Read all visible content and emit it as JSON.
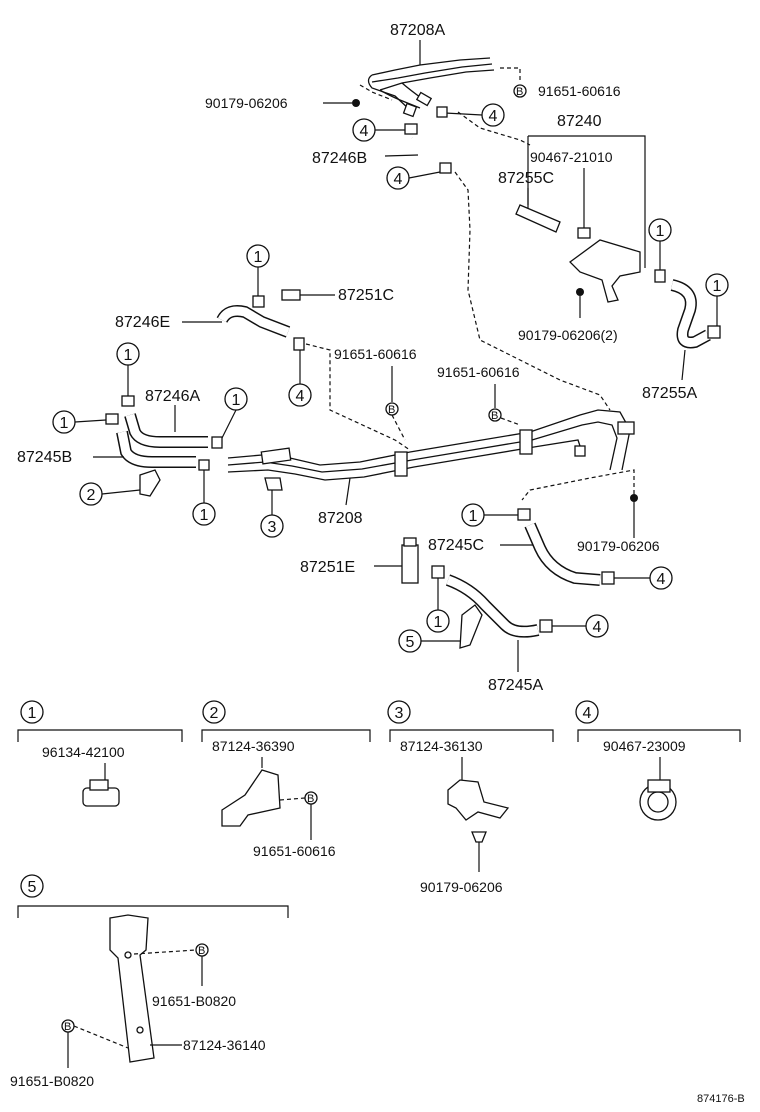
{
  "parts": {
    "p87208A": "87208A",
    "p90179_06206_top": "90179-06206",
    "p91651_60616_top": "91651-60616",
    "p87240": "87240",
    "p87246B": "87246B",
    "p90467_21010": "90467-21010",
    "p87255C": "87255C",
    "p87251C": "87251C",
    "p87246E": "87246E",
    "p91651_60616_mid1": "91651-60616",
    "p91651_60616_mid2": "91651-60616",
    "p90179_06206_2": "90179-06206(2)",
    "p87255A": "87255A",
    "p87246A": "87246A",
    "p87245B": "87245B",
    "p87208": "87208",
    "p90179_06206_right": "90179-06206",
    "p87245C": "87245C",
    "p87251E": "87251E",
    "p87245A": "87245A"
  },
  "callouts": {
    "c1": "1",
    "c2": "2",
    "c3": "3",
    "c4": "4",
    "c5": "5",
    "b": "B"
  },
  "legend": [
    {
      "num": "1",
      "part": "96134-42100",
      "sub": ""
    },
    {
      "num": "2",
      "part": "87124-36390",
      "sub": "91651-60616"
    },
    {
      "num": "3",
      "part": "87124-36130",
      "sub": "90179-06206"
    },
    {
      "num": "4",
      "part": "90467-23009",
      "sub": ""
    }
  ],
  "legend5": {
    "num": "5",
    "part": "87124-36140",
    "sub1": "91651-B0820",
    "sub2": "91651-B0820"
  },
  "diagram_code": "874176-B"
}
